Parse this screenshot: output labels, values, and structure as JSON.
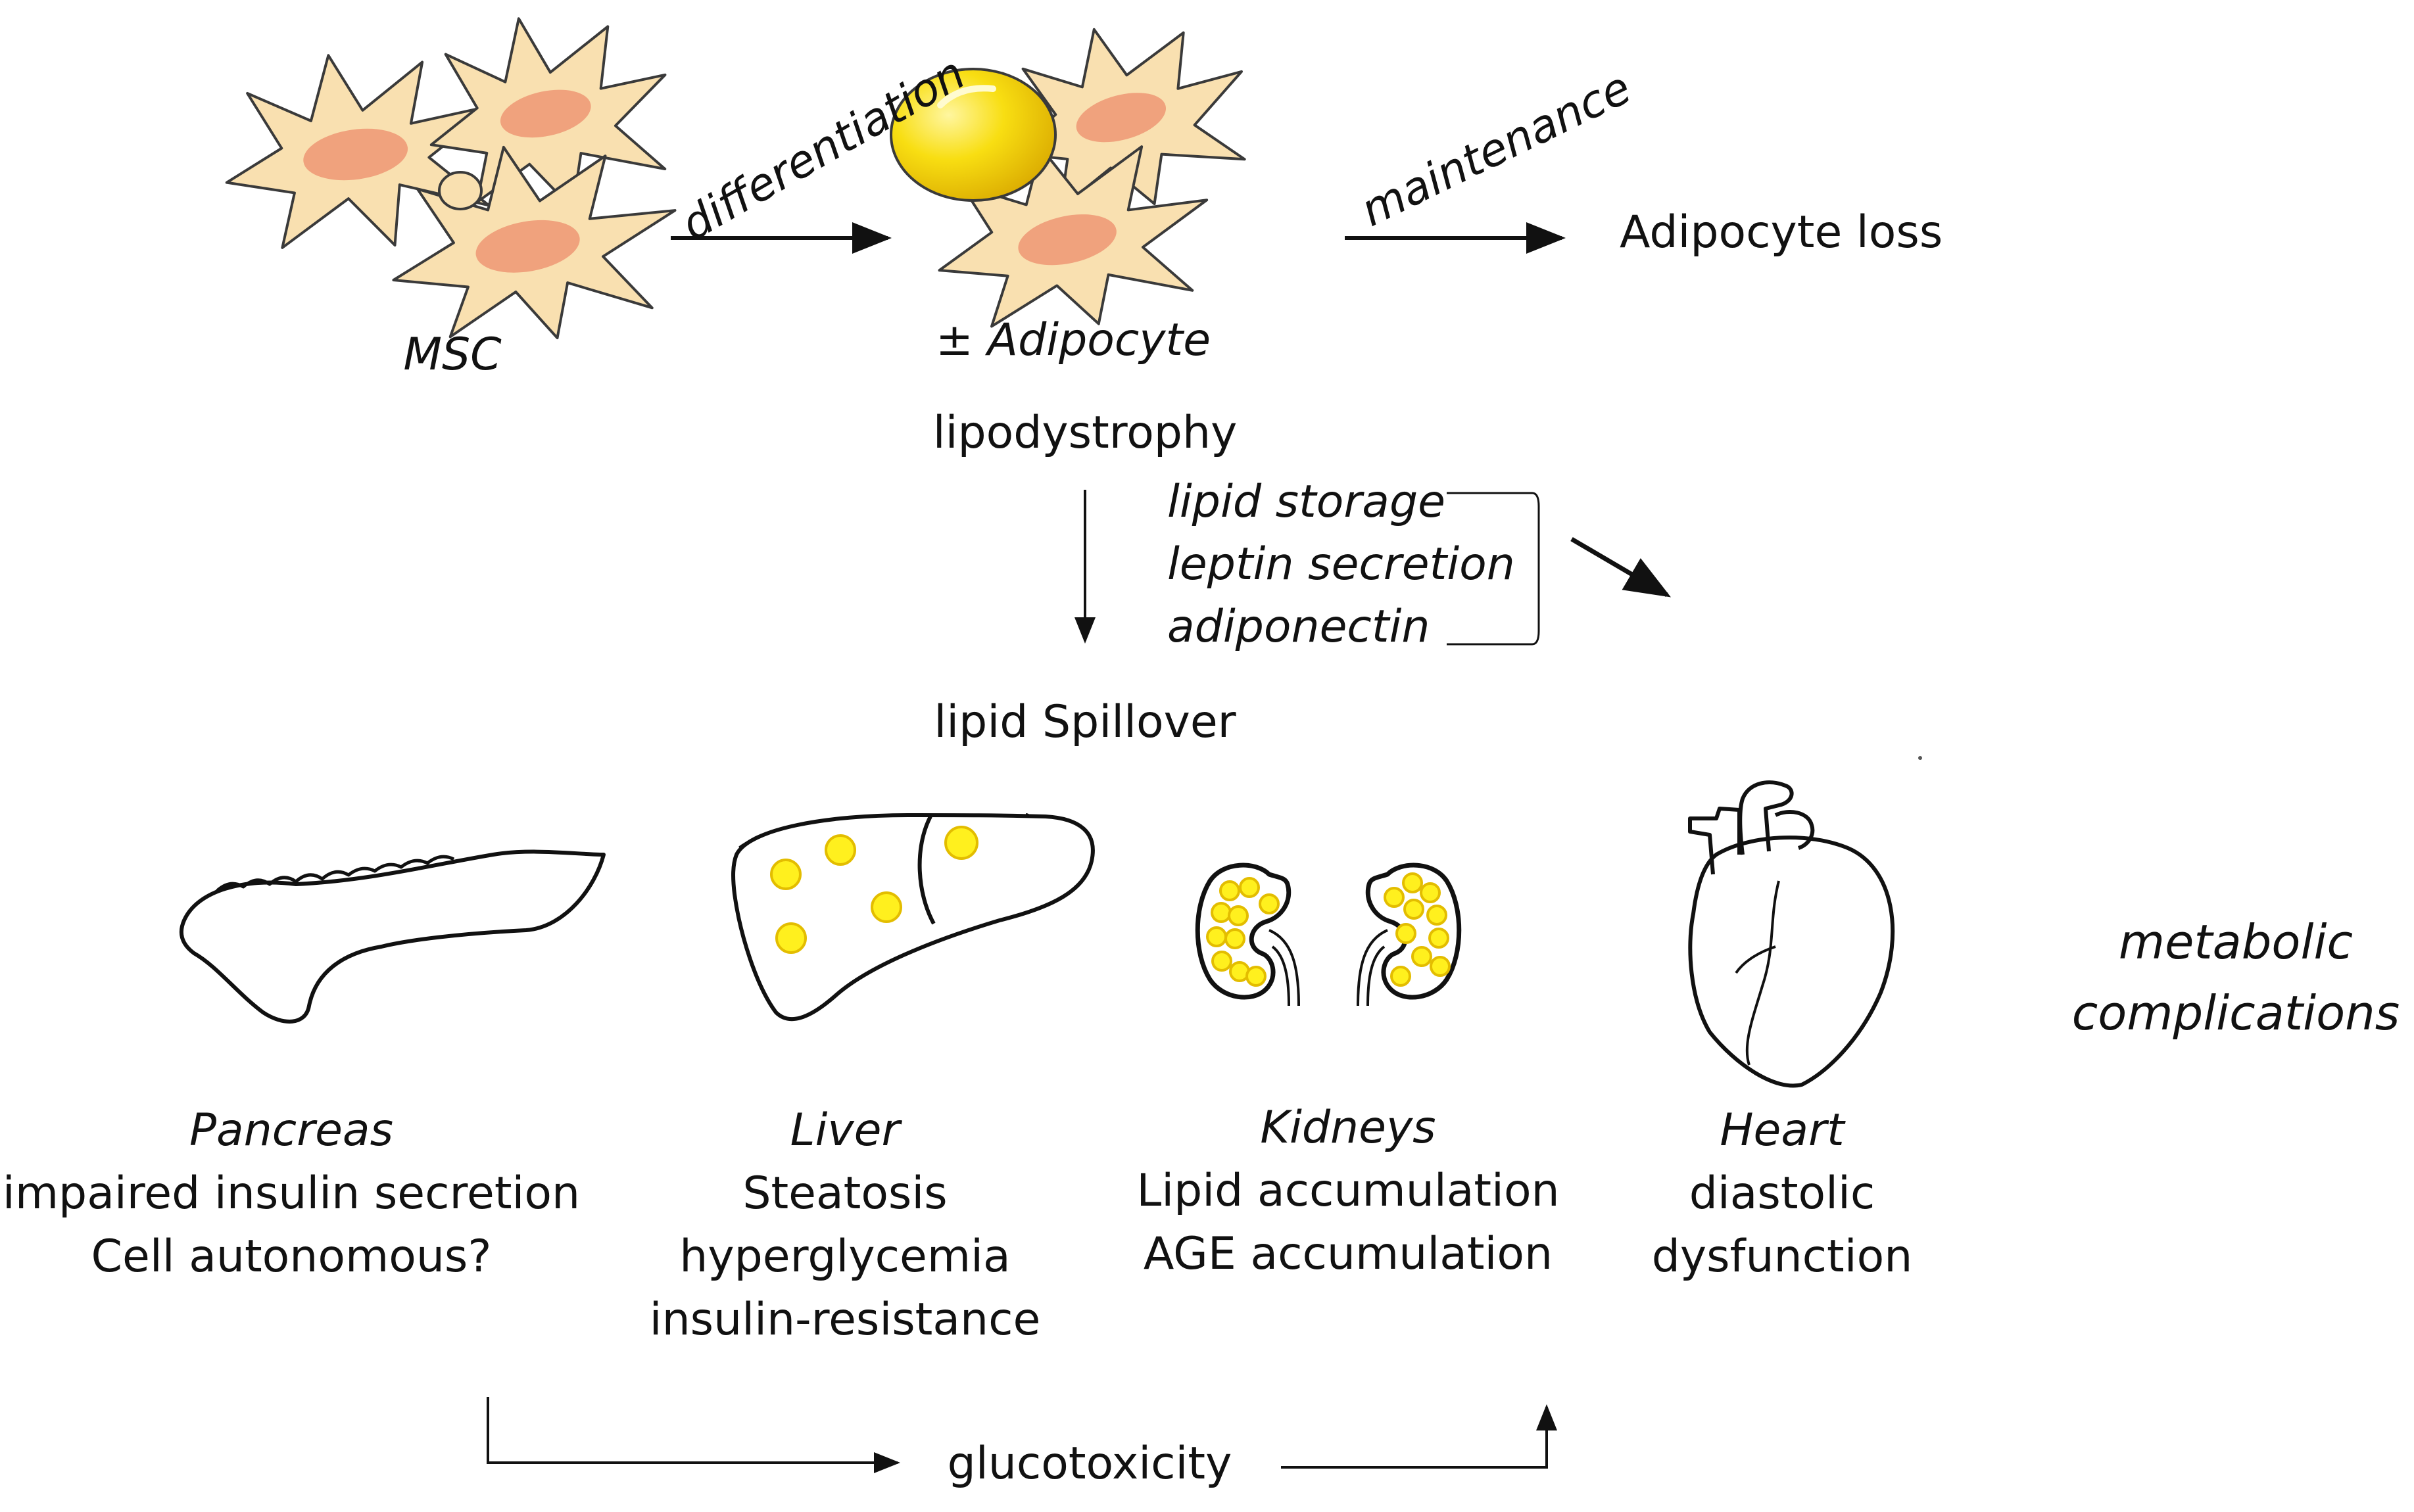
{
  "labels": {
    "msc": "MSC",
    "differentiation": "differentiation",
    "adipocyte": "± Adipocyte",
    "maintenance": "maintenance",
    "adipocyte_loss": "Adipocyte loss",
    "lipodystrophy": "lipodystrophy",
    "lipid_spillover": "lipid Spillover",
    "glucotoxicity": "glucotoxicity"
  },
  "bracket_items": [
    "lipid storage",
    "leptin secretion",
    "adiponectin"
  ],
  "metabolic": [
    "metabolic",
    "complications"
  ],
  "organs": [
    {
      "name": "Pancreas",
      "effects": [
        "impaired insulin secretion",
        "Cell autonomous?"
      ]
    },
    {
      "name": "Liver",
      "effects": [
        "Steatosis",
        "hyperglycemia",
        "insulin-resistance"
      ]
    },
    {
      "name": "Kidneys",
      "effects": [
        "Lipid accumulation",
        "AGE accumulation"
      ]
    },
    {
      "name": "Heart",
      "effects": [
        "diastolic",
        "dysfunction"
      ]
    }
  ],
  "colors": {
    "cell_fill": "#f9e0b0",
    "cell_stroke": "#3a3a3a",
    "nucleus": "#f0a27d",
    "lipid": "#f7dd0c",
    "lipid_dark": "#e3bd00",
    "lipid_droplet": "#fff01e",
    "ink": "#111111"
  }
}
